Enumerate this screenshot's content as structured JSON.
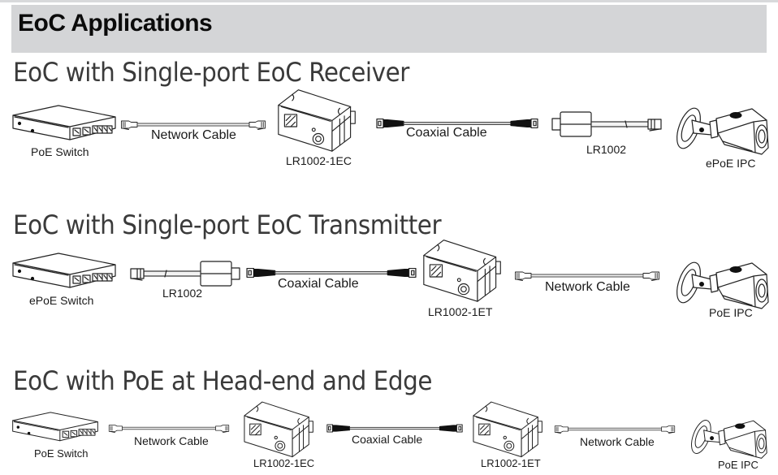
{
  "header": {
    "title": "EoC Applications"
  },
  "colors": {
    "header_band": "#d4d5d7",
    "section_title": "#3a3a3a",
    "line": "#222222"
  },
  "sections": [
    {
      "title": "EoC with Single-port EoC Receiver",
      "items": [
        {
          "type": "switch-icon",
          "label": "PoE Switch"
        },
        {
          "type": "network-cable-icon",
          "label": "Network Cable"
        },
        {
          "type": "eoc-module-icon",
          "label": "LR1002-1EC"
        },
        {
          "type": "coaxial-cable-icon",
          "label": "Coaxial Cable"
        },
        {
          "type": "adapter-icon",
          "label": "LR1002"
        },
        {
          "type": "bullet-camera-icon",
          "label": "ePoE IPC"
        }
      ]
    },
    {
      "title": "EoC with Single-port EoC Transmitter",
      "items": [
        {
          "type": "switch-icon",
          "label": "ePoE Switch"
        },
        {
          "type": "adapter-icon",
          "label": "LR1002"
        },
        {
          "type": "coaxial-cable-icon",
          "label": "Coaxial Cable"
        },
        {
          "type": "eoc-module-icon",
          "label": "LR1002-1ET"
        },
        {
          "type": "network-cable-icon",
          "label": "Network Cable"
        },
        {
          "type": "bullet-camera-icon",
          "label": "PoE IPC"
        }
      ]
    },
    {
      "title": "EoC with PoE at Head-end and Edge",
      "items": [
        {
          "type": "switch-icon",
          "label": "PoE Switch"
        },
        {
          "type": "network-cable-icon",
          "label": "Network Cable"
        },
        {
          "type": "eoc-module-icon",
          "label": "LR1002-1EC"
        },
        {
          "type": "coaxial-cable-icon",
          "label": "Coaxial Cable"
        },
        {
          "type": "eoc-module-icon",
          "label": "LR1002-1ET"
        },
        {
          "type": "network-cable-icon",
          "label": "Network Cable"
        },
        {
          "type": "bullet-camera-icon",
          "label": "PoE IPC"
        }
      ]
    }
  ]
}
